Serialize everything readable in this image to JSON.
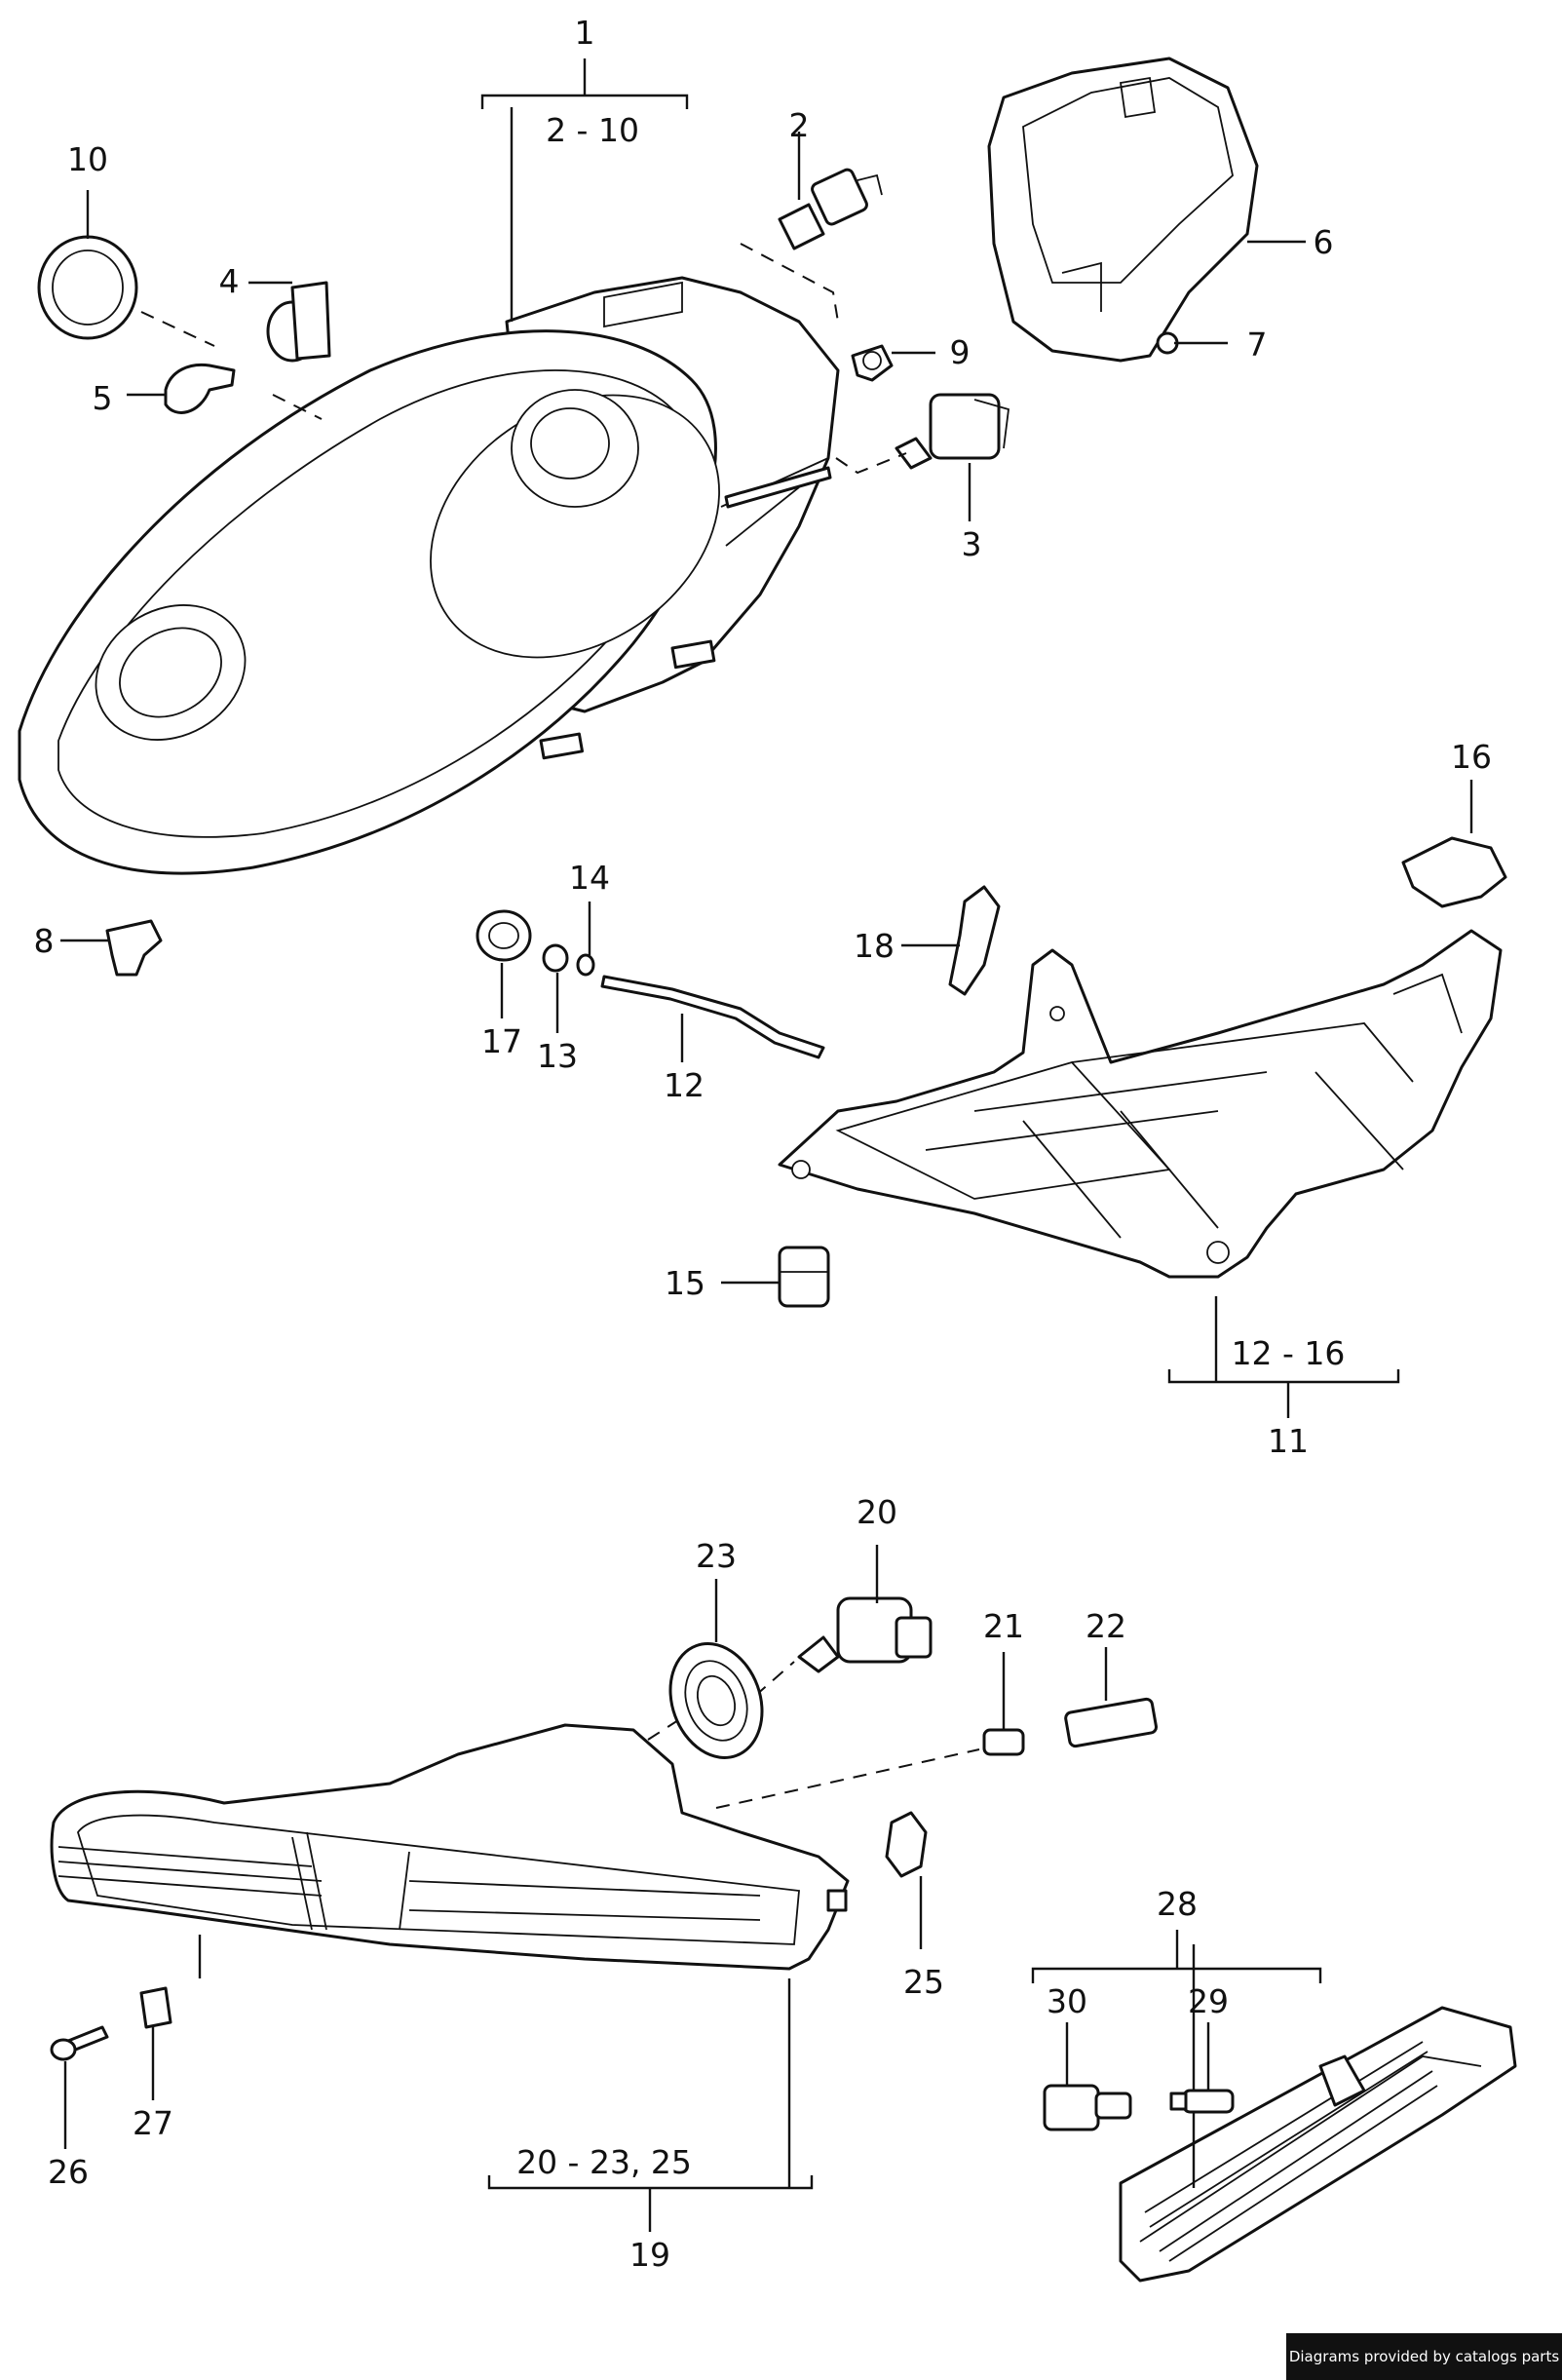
{
  "labels": {
    "l1": "1",
    "l2_10": "2 - 10",
    "l2": "2",
    "l3": "3",
    "l4": "4",
    "l5": "5",
    "l6": "6",
    "l7": "7",
    "l8": "8",
    "l9": "9",
    "l10": "10",
    "l11": "11",
    "l12_16": "12 - 16",
    "l12": "12",
    "l13": "13",
    "l14": "14",
    "l15": "15",
    "l16": "16",
    "l17": "17",
    "l18": "18",
    "l19": "19",
    "l20_25": "20 - 23, 25",
    "l20": "20",
    "l21": "21",
    "l22": "22",
    "l23": "23",
    "l25": "25",
    "l26": "26",
    "l27": "27",
    "l28": "28",
    "l29": "29",
    "l30": "30"
  },
  "credit": "Diagrams provided by catalogs parts"
}
